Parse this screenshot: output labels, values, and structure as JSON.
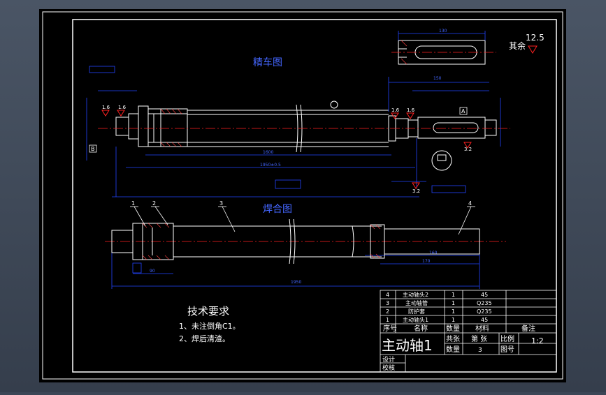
{
  "colors": {
    "background": "#000000",
    "frame": "#ffffff",
    "dimension": "#0000ff",
    "centerline": "#ff0000",
    "annotation": "#ff0000"
  },
  "views": {
    "finish_turning_title": "精车图",
    "welding_title": "焊合图"
  },
  "roughness": {
    "rest_label": "其余",
    "rest_value": "12.5",
    "values": [
      "1.6",
      "1.6",
      "1.6",
      "1.6",
      "3.2",
      "3.2"
    ]
  },
  "datums": [
    "A",
    "B"
  ],
  "dimensions": {
    "body_length": "1600",
    "overall_length_left": "1950±0.5",
    "right_end_length": "150",
    "weld_total": "1950",
    "weld_left": "90",
    "weld_right": "170",
    "weld_right_top": "160",
    "key_top": "130"
  },
  "leaders": [
    "1",
    "2",
    "3",
    "4"
  ],
  "tech_requirements": {
    "title": "技术要求",
    "items": [
      "1、未注倒角C1。",
      "2、焊后清渣。"
    ]
  },
  "bom": {
    "rows": [
      {
        "no": "4",
        "name": "主动轴头2",
        "qty": "1",
        "material": "45",
        "note": ""
      },
      {
        "no": "3",
        "name": "主动轴管",
        "qty": "1",
        "material": "Q235",
        "note": ""
      },
      {
        "no": "2",
        "name": "防护套",
        "qty": "1",
        "material": "Q235",
        "note": ""
      },
      {
        "no": "1",
        "name": "主动轴头1",
        "qty": "1",
        "material": "45",
        "note": ""
      }
    ],
    "header": {
      "no": "序号",
      "name": "名称",
      "qty": "数量",
      "material": "材料",
      "note": "备注"
    }
  },
  "title_block": {
    "drawing_name": "主动轴1",
    "total_sheets_label": "共张",
    "sheet_label": "第 张",
    "scale_label": "比例",
    "scale_value": "1:2",
    "quantity_label": "数量",
    "quantity_value": "3",
    "drawing_no_label": "图号",
    "design_label": "设计",
    "check_label": "校核"
  }
}
